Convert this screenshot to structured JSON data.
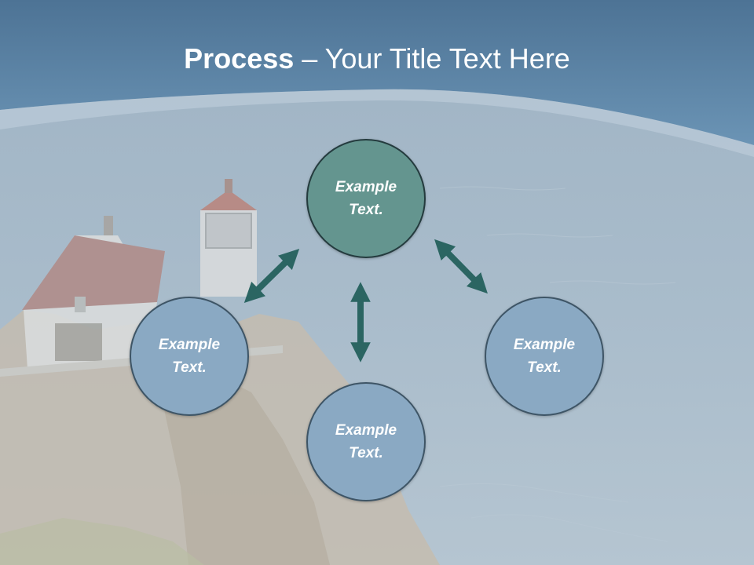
{
  "slide": {
    "title_bold": "Process",
    "title_rest": " – Your Title Text Here"
  },
  "colors": {
    "header": "#5d87a8",
    "sea": "#a9bccb",
    "node_primary": "#64958f",
    "node_secondary": "#8aa9c3",
    "arrow": "#2b6562"
  },
  "diagram": {
    "type": "cycle",
    "nodes": [
      {
        "id": "top",
        "label": "Example Text."
      },
      {
        "id": "left",
        "label": "Example Text."
      },
      {
        "id": "right",
        "label": "Example Text."
      },
      {
        "id": "bottom",
        "label": "Example Text."
      }
    ],
    "connectors": [
      {
        "between": [
          "top",
          "left"
        ],
        "style": "double-arrow"
      },
      {
        "between": [
          "top",
          "right"
        ],
        "style": "double-arrow"
      },
      {
        "between": [
          "top",
          "bottom"
        ],
        "style": "double-arrow"
      }
    ]
  }
}
